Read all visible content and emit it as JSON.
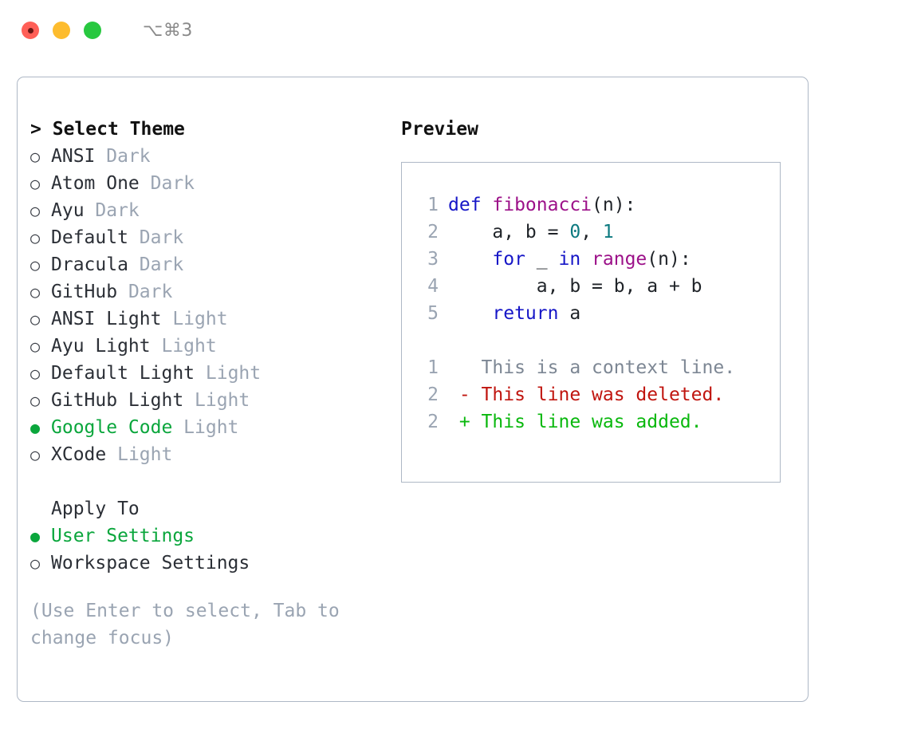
{
  "window": {
    "shortcut": "⌥⌘3",
    "traffic_lights": [
      "close",
      "minimize",
      "maximize"
    ],
    "colors": {
      "close": "#ff5f57",
      "minimize": "#fdbc2e",
      "maximize": "#28c840",
      "accent_green": "#0aa63c",
      "border": "#aeb8c6",
      "muted": "#9aa4b2"
    }
  },
  "left_pane": {
    "header": {
      "caret": ">",
      "title": "Select Theme"
    },
    "themes": [
      {
        "bullet": "○",
        "name": "ANSI",
        "category": "Dark",
        "selected": false
      },
      {
        "bullet": "○",
        "name": "Atom One",
        "category": "Dark",
        "selected": false
      },
      {
        "bullet": "○",
        "name": "Ayu",
        "category": "Dark",
        "selected": false
      },
      {
        "bullet": "○",
        "name": "Default",
        "category": "Dark",
        "selected": false
      },
      {
        "bullet": "○",
        "name": "Dracula",
        "category": "Dark",
        "selected": false
      },
      {
        "bullet": "○",
        "name": "GitHub",
        "category": "Dark",
        "selected": false
      },
      {
        "bullet": "○",
        "name": "ANSI Light",
        "category": "Light",
        "selected": false
      },
      {
        "bullet": "○",
        "name": "Ayu Light",
        "category": "Light",
        "selected": false
      },
      {
        "bullet": "○",
        "name": "Default Light",
        "category": "Light",
        "selected": false
      },
      {
        "bullet": "○",
        "name": "GitHub Light",
        "category": "Light",
        "selected": false
      },
      {
        "bullet": "●",
        "name": "Google Code",
        "category": "Light",
        "selected": true
      },
      {
        "bullet": "○",
        "name": "XCode",
        "category": "Light",
        "selected": false
      }
    ],
    "apply_to": {
      "header": "Apply To",
      "options": [
        {
          "bullet": "●",
          "name": "User Settings",
          "selected": true
        },
        {
          "bullet": "○",
          "name": "Workspace Settings",
          "selected": false
        }
      ]
    },
    "hint": "(Use Enter to select, Tab to change focus)"
  },
  "right_pane": {
    "title": "Preview",
    "code_lines": [
      {
        "number": "1",
        "tokens": [
          {
            "text": "def ",
            "type": "kw"
          },
          {
            "text": "fibonacci",
            "type": "fn"
          },
          {
            "text": "(n):",
            "type": "pl"
          }
        ]
      },
      {
        "number": "2",
        "tokens": [
          {
            "text": "    a, b = ",
            "type": "pl"
          },
          {
            "text": "0",
            "type": "num"
          },
          {
            "text": ", ",
            "type": "pl"
          },
          {
            "text": "1",
            "type": "num"
          }
        ]
      },
      {
        "number": "3",
        "tokens": [
          {
            "text": "    ",
            "type": "pl"
          },
          {
            "text": "for",
            "type": "kw"
          },
          {
            "text": " _ ",
            "type": "pl"
          },
          {
            "text": "in",
            "type": "kw"
          },
          {
            "text": " ",
            "type": "pl"
          },
          {
            "text": "range",
            "type": "fn"
          },
          {
            "text": "(n):",
            "type": "pl"
          }
        ]
      },
      {
        "number": "4",
        "tokens": [
          {
            "text": "        a, b = b, a + b",
            "type": "pl"
          }
        ]
      },
      {
        "number": "5",
        "tokens": [
          {
            "text": "    ",
            "type": "pl"
          },
          {
            "text": "return",
            "type": "kw"
          },
          {
            "text": " a",
            "type": "pl"
          }
        ]
      }
    ],
    "diff_lines": [
      {
        "number": "1",
        "marker": " ",
        "text": " This is a context line.",
        "kind": "ctx"
      },
      {
        "number": "2",
        "marker": "-",
        "text": " This line was deleted.",
        "kind": "del"
      },
      {
        "number": "2",
        "marker": "+",
        "text": " This line was added.",
        "kind": "add"
      }
    ]
  }
}
